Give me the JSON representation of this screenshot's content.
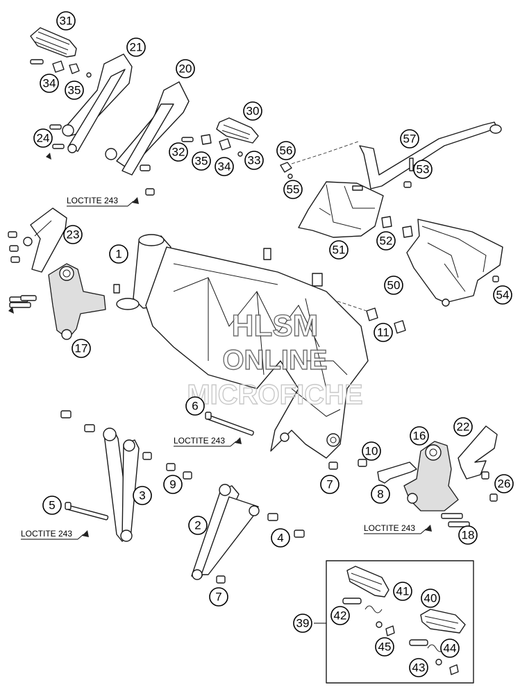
{
  "callouts": [
    "31",
    "21",
    "20",
    "34",
    "35",
    "30",
    "24",
    "32",
    "35",
    "34",
    "33",
    "56",
    "57",
    "55",
    "53",
    "23",
    "51",
    "52",
    "1",
    "50",
    "54",
    "17",
    "11",
    "6",
    "22",
    "16",
    "10",
    "5",
    "3",
    "9",
    "7",
    "8",
    "26",
    "2",
    "4",
    "18",
    "7",
    "41",
    "40",
    "39",
    "42",
    "45",
    "44",
    "43"
  ],
  "notes": [
    "LOCTITE 243",
    "LOCTITE 243",
    "LOCTITE 243",
    "LOCTITE 243"
  ],
  "watermark": {
    "line1": "HLSM",
    "line2": "ONLINE",
    "line3": "MICROFICHE"
  }
}
